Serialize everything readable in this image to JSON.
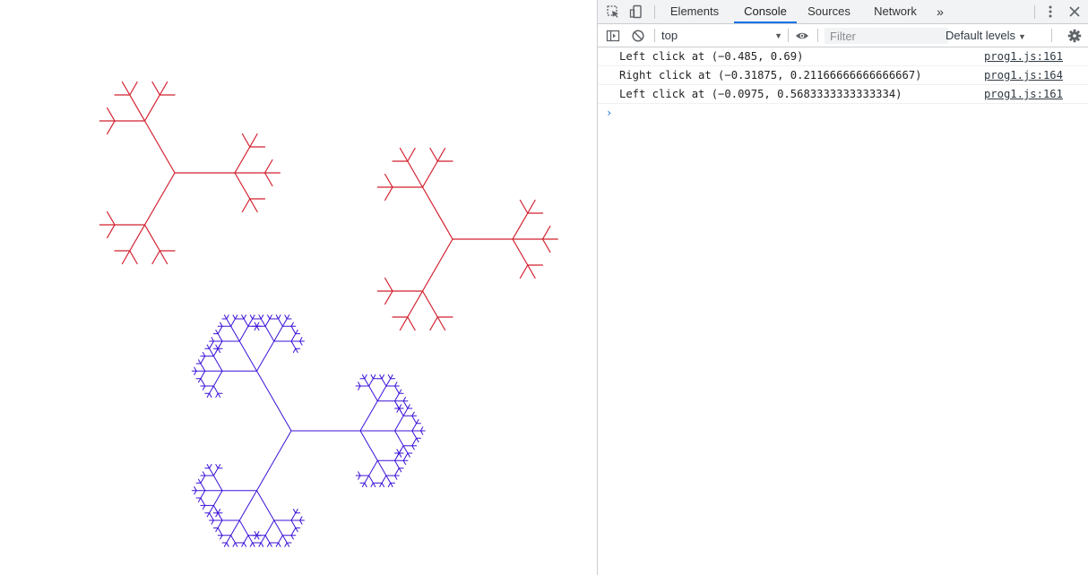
{
  "canvas": {
    "fractals": [
      {
        "name": "red-fractal-top-left",
        "color": "#d2202f",
        "levels": 2
      },
      {
        "name": "red-fractal-top-right",
        "color": "#d2202f",
        "levels": 2
      },
      {
        "name": "blue-fractal-bottom",
        "color": "#3b10d8",
        "levels": 4
      }
    ]
  },
  "devtools": {
    "tabs": [
      {
        "label": "Elements",
        "active": false
      },
      {
        "label": "Console",
        "active": true
      },
      {
        "label": "Sources",
        "active": false
      },
      {
        "label": "Network",
        "active": false
      }
    ],
    "more_tabs": "»",
    "context": "top",
    "filter_placeholder": "Filter",
    "levels_label": "Default levels",
    "accent": "#1a73e8",
    "messages": [
      {
        "text": "Left click at (−0.485, 0.69)",
        "source": "prog1.js:161"
      },
      {
        "text": "Right click at (−0.31875, 0.21166666666666667)",
        "source": "prog1.js:164"
      },
      {
        "text": "Left click at (−0.0975, 0.5683333333333334)",
        "source": "prog1.js:161"
      }
    ],
    "prompt": "›",
    "icons": [
      "inspect-icon",
      "device-toggle-icon",
      "sidebar-toggle-icon",
      "clear-console-icon",
      "eye-icon",
      "kebab-menu-icon",
      "close-icon",
      "gear-icon"
    ]
  }
}
